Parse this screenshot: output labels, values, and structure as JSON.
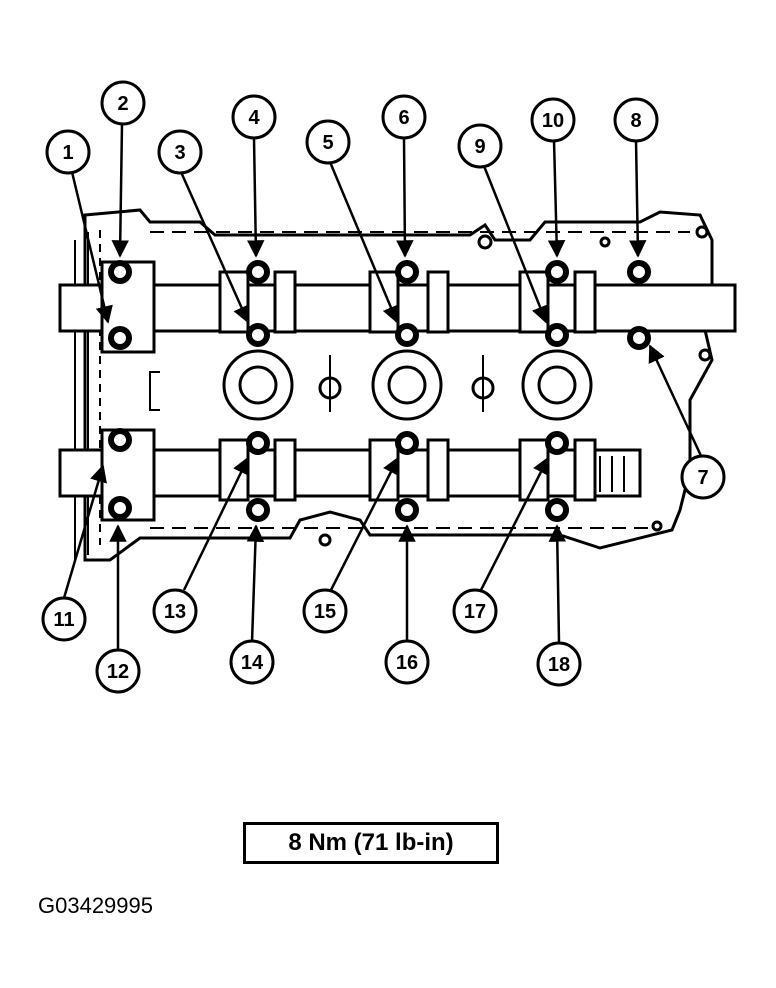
{
  "torque_spec": "8 Nm (71 lb-in)",
  "figure_id": "G03429995",
  "callouts": [
    "1",
    "2",
    "3",
    "4",
    "5",
    "6",
    "7",
    "8",
    "9",
    "10",
    "11",
    "12",
    "13",
    "14",
    "15",
    "16",
    "17",
    "18"
  ]
}
